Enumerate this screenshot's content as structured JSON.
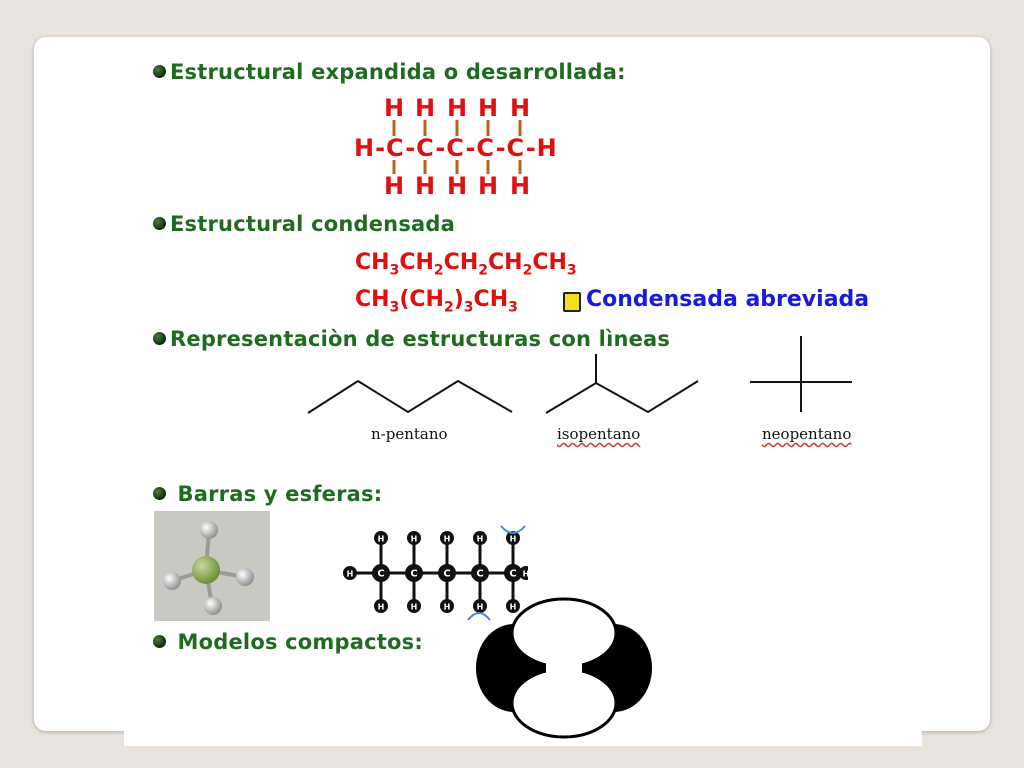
{
  "sections": {
    "expanded": {
      "title": "Estructural expandida o desarrollada:"
    },
    "condensed": {
      "title": "Estructural condensada"
    },
    "lines": {
      "title": "Representaciòn de estructuras con lìneas"
    },
    "ballstick": {
      "title": "Barras y esferas:"
    },
    "compact": {
      "title": "Modelos compactos:"
    }
  },
  "expanded_formula": {
    "top_row": [
      "H",
      "H",
      "H",
      "H",
      "H"
    ],
    "middle_row": "H-C-C-C-C-C-H",
    "bottom_row": [
      "H",
      "H",
      "H",
      "H",
      "H"
    ]
  },
  "condensed_formula": {
    "line1": "CH3CH2CH2CH2CH3",
    "line2": "CH3(CH2)3CH3",
    "abbrev_label": "Condensada abreviada"
  },
  "line_structures": [
    {
      "label": "n-pentano"
    },
    {
      "label": "isopentano"
    },
    {
      "label": "neopentano"
    }
  ],
  "ballstick_atoms": {
    "hydrogen": "H",
    "carbon": "C"
  },
  "colors": {
    "heading": "#1f6b1f",
    "formula": "#e01010",
    "abbrev": "#1a1adc"
  }
}
